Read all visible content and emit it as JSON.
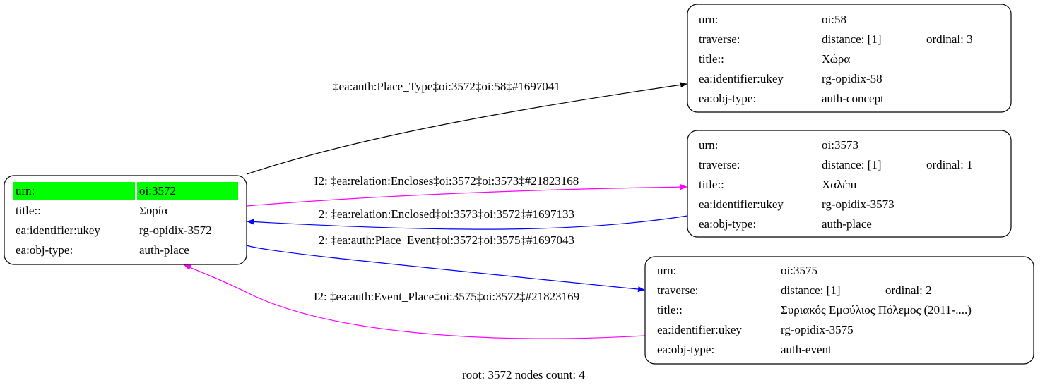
{
  "colors": {
    "highlight": "#00ff00",
    "black": "#000000",
    "magenta": "#ff00ff",
    "blue": "#0000ff"
  },
  "root_node": {
    "rows": [
      {
        "label": "urn:",
        "value": "oi:3572"
      },
      {
        "label": "title::",
        "value": "Συρία"
      },
      {
        "label": "ea:identifier:ukey",
        "value": "rg-opidix-3572"
      },
      {
        "label": "ea:obj-type:",
        "value": "auth-place"
      }
    ]
  },
  "nodes": [
    {
      "urn_label": "urn:",
      "urn": "oi:58",
      "traverse_label": "traverse:",
      "distance": "distance: [1]",
      "ordinal": "ordinal: 3",
      "title_label": "title::",
      "title": "Χώρα",
      "ukey_label": "ea:identifier:ukey",
      "ukey": "rg-opidix-58",
      "type_label": "ea:obj-type:",
      "type": "auth-concept"
    },
    {
      "urn_label": "urn:",
      "urn": "oi:3573",
      "traverse_label": "traverse:",
      "distance": "distance: [1]",
      "ordinal": "ordinal: 1",
      "title_label": "title::",
      "title": "Χαλέπι",
      "ukey_label": "ea:identifier:ukey",
      "ukey": "rg-opidix-3573",
      "type_label": "ea:obj-type:",
      "type": "auth-place"
    },
    {
      "urn_label": "urn:",
      "urn": "oi:3575",
      "traverse_label": "traverse:",
      "distance": "distance: [1]",
      "ordinal": "ordinal: 2",
      "title_label": "title::",
      "title": "Συριακός Εμφύλιος Πόλεμος (2011-....)",
      "ukey_label": "ea:identifier:ukey",
      "ukey": "rg-opidix-3575",
      "type_label": "ea:obj-type:",
      "type": "auth-event"
    }
  ],
  "edges": [
    {
      "label": "‡ea:auth:Place_Type‡oi:3572‡oi:58‡#1697041",
      "color": "#000000"
    },
    {
      "label": "I2: ‡ea:relation:Encloses‡oi:3572‡oi:3573‡#21823168",
      "color": "#ff00ff"
    },
    {
      "label": "2: ‡ea:relation:Enclosed‡oi:3573‡oi:3572‡#1697133",
      "color": "#0000ff"
    },
    {
      "label": "2: ‡ea:auth:Place_Event‡oi:3572‡oi:3575‡#1697043",
      "color": "#0000ff"
    },
    {
      "label": "I2: ‡ea:auth:Event_Place‡oi:3575‡oi:3572‡#21823169",
      "color": "#ff00ff"
    }
  ],
  "footer": "root: 3572 nodes count: 4"
}
